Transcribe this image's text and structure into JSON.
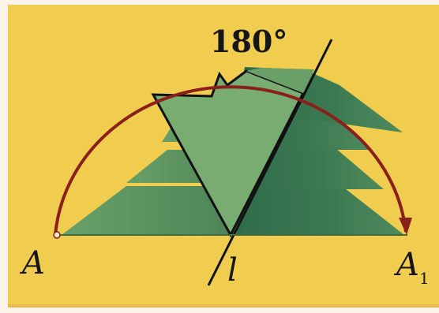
{
  "figure": {
    "angle_label": "180°",
    "point_a_label": "A",
    "point_a1_letter": "A",
    "point_a1_subscript": "1",
    "axis_label": "l"
  },
  "colors": {
    "background_outer": "#fbf3e8",
    "panel": "#f0cd4e",
    "panel_shadow": "#e9b84a",
    "tree_light": "#73a66d",
    "tree_mid": "#4f8a5c",
    "tree_dark": "#2f6b4a",
    "arc": "#8a1f1c",
    "line": "#111111"
  }
}
